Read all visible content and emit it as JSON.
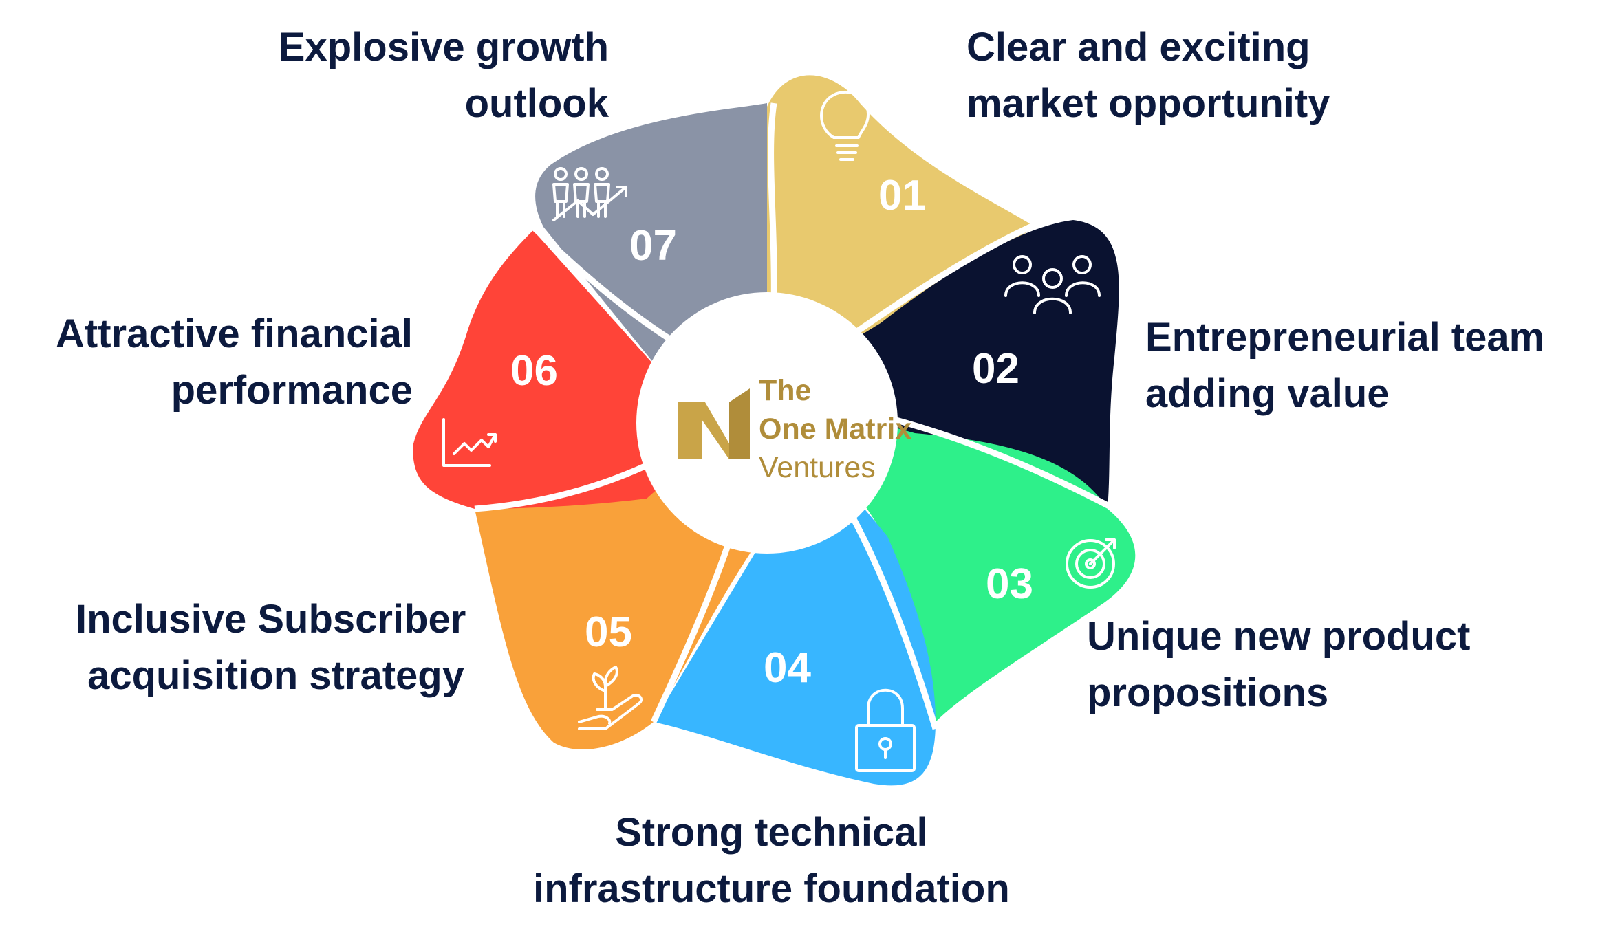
{
  "center": {
    "logo_line1": "The",
    "logo_line2": "One Matrix",
    "logo_line3": "Ventures",
    "logo_color": "#b08d3a"
  },
  "items": [
    {
      "number": "01",
      "line1": "Clear and exciting",
      "line2": "market opportunity",
      "color": "#e8c96e",
      "icon": "lightbulb-icon"
    },
    {
      "number": "02",
      "line1": "Entrepreneurial team",
      "line2": "adding value",
      "color": "#0a1230",
      "icon": "team-icon"
    },
    {
      "number": "03",
      "line1": "Unique new product",
      "line2": "propositions",
      "color": "#2ef08a",
      "icon": "target-icon"
    },
    {
      "number": "04",
      "line1": "Strong technical",
      "line2": "infrastructure foundation",
      "color": "#38b6ff",
      "icon": "padlock-icon"
    },
    {
      "number": "05",
      "line1": "Inclusive Subscriber",
      "line2": "acquisition strategy",
      "color": "#f9a13a",
      "icon": "plant-in-hand-icon"
    },
    {
      "number": "06",
      "line1": "Attractive financial",
      "line2": "performance",
      "color": "#ff4438",
      "icon": "line-chart-icon"
    },
    {
      "number": "07",
      "line1": "Explosive growth",
      "line2": "outlook",
      "color": "#8a93a6",
      "icon": "people-growth-icon"
    }
  ],
  "text_color": "#0c1a3e"
}
